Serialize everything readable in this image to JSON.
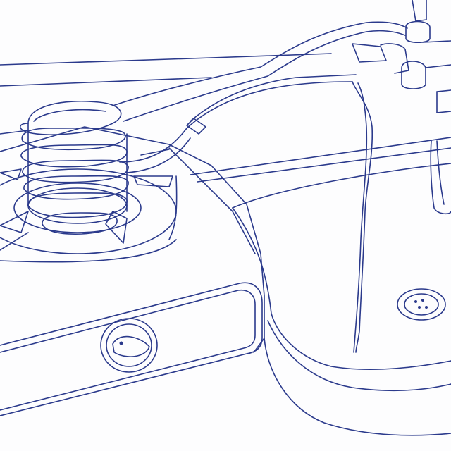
{
  "drawing": {
    "style": "line-drawing",
    "line_color": "#2b3a8c",
    "background_color": "#fdfdfe",
    "subjects": [
      "gas-stove",
      "coiled-hose",
      "kitchen-sink",
      "faucet",
      "stove-knob",
      "sink-drain",
      "water-stream"
    ]
  }
}
